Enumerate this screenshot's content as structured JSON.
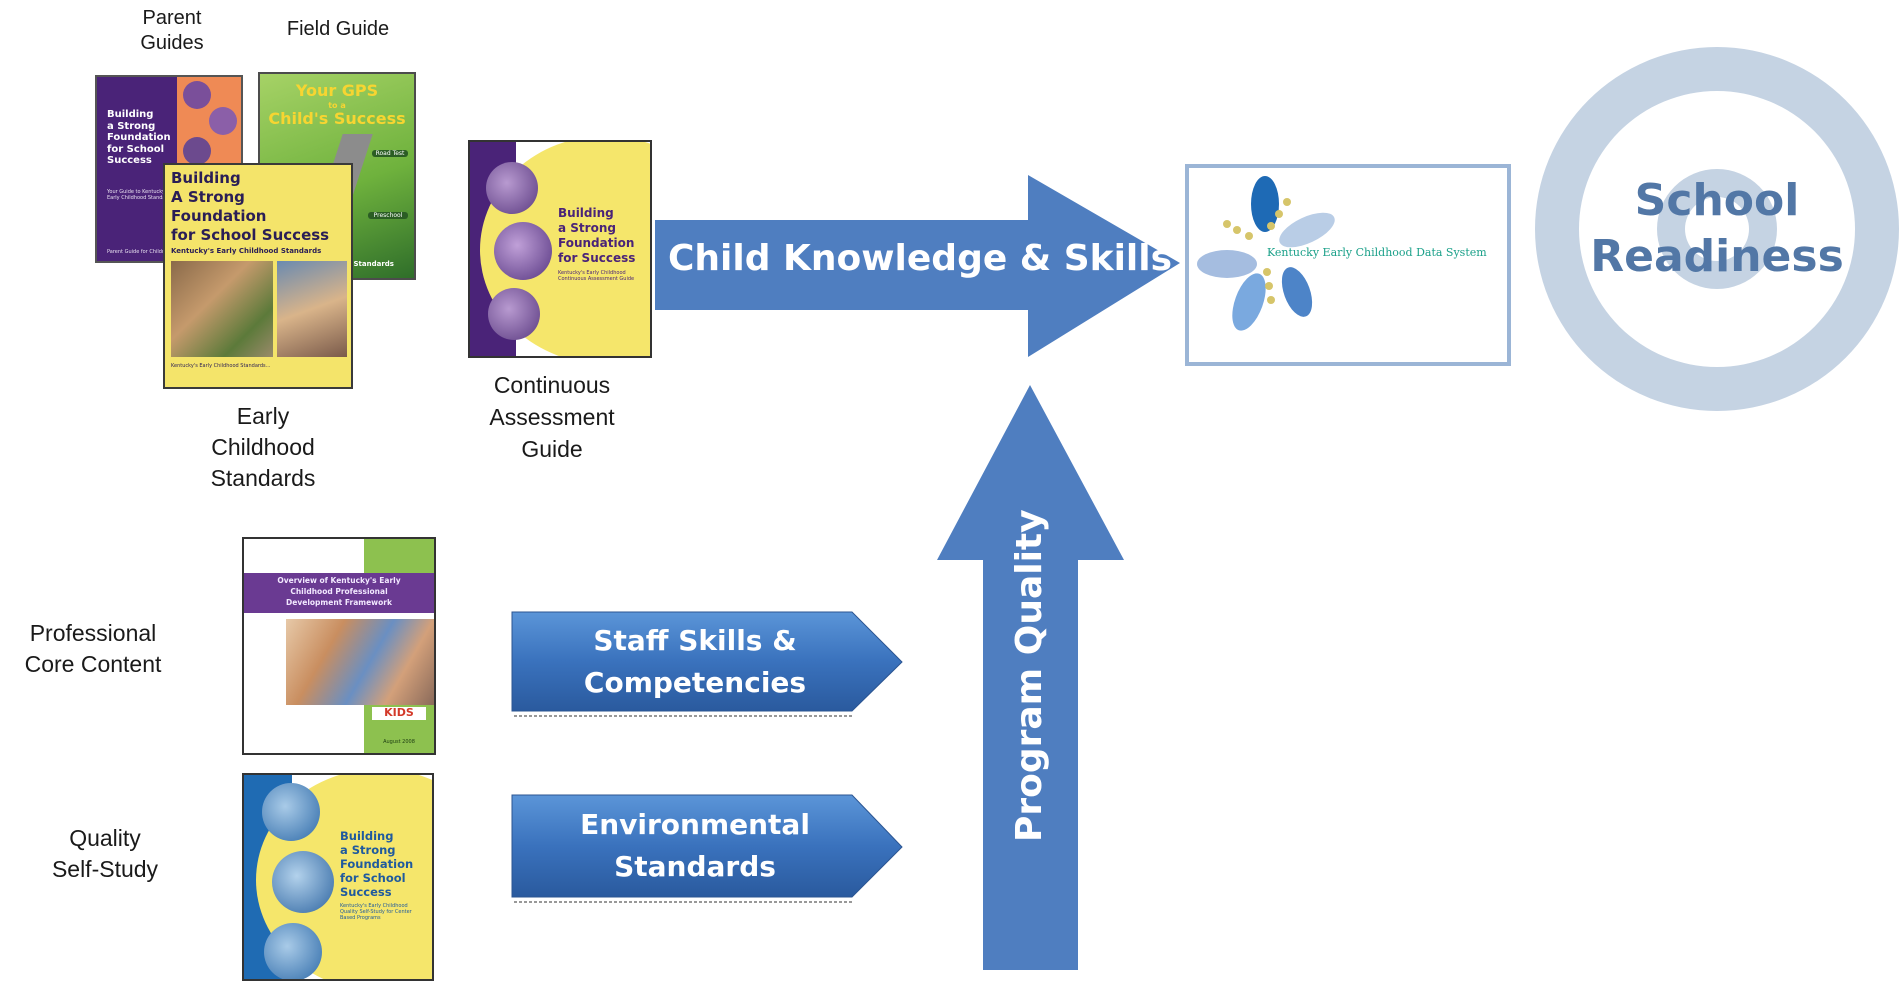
{
  "top_labels": {
    "parent_guides": "Parent\nGuides",
    "field_guide": "Field Guide"
  },
  "side_labels": {
    "early_childhood_standards": "Early\nChildhood\nStandards",
    "continuous_assessment_guide": "Continuous\nAssessment\nGuide",
    "professional_core_content": "Professional\nCore Content",
    "quality_self_study": "Quality\nSelf-Study"
  },
  "covers": {
    "parent_guide": {
      "title": "Building\na Strong\nFoundation\nfor School\nSuccess",
      "subtitle": "Your Guide to Kentucky's Early Childhood Standards",
      "footer": "Parent Guide for Children Three and Four"
    },
    "field_guide": {
      "title_line1": "Your GPS",
      "title_line2": "to a",
      "title_line3": "Child's Success",
      "sign1": "Road Test",
      "sign2": "Preschool",
      "footer": "...the Standards"
    },
    "standards": {
      "title": "Building\nA Strong\nFoundation\nfor School Success",
      "subtitle": "Kentucky's Early Childhood Standards",
      "footer": "Kentucky's Early Childhood Standards..."
    },
    "assessment": {
      "title": "Building\na Strong\nFoundation\nfor Success",
      "subtitle": "Kentucky's Early Childhood\nContinuous Assessment Guide"
    },
    "core_content": {
      "title": "Overview of Kentucky's Early\nChildhood Professional\nDevelopment Framework",
      "logo": "KIDS",
      "footer": "August 2008"
    },
    "self_study": {
      "title": "Building\na Strong\nFoundation\nfor School\nSuccess",
      "subtitle": "Kentucky's Early Childhood\nQuality Self-Study for Center\nBased Programs"
    }
  },
  "arrows": {
    "main": "Child Knowledge & Skills",
    "staff": "Staff Skills &\nCompetencies",
    "environment": "Environmental\nStandards",
    "quality": "Program Quality"
  },
  "data_system": {
    "name": "Kentucky Early Childhood Data System"
  },
  "target": {
    "label": "School\nReadiness"
  },
  "colors": {
    "arrow_blue": "#4f7ec0",
    "purple": "#4a2378",
    "yellow": "#f5e66b",
    "target_ring": "#c5d3e3",
    "target_text": "#5277a6",
    "frame_blue": "#9bb5d6"
  }
}
